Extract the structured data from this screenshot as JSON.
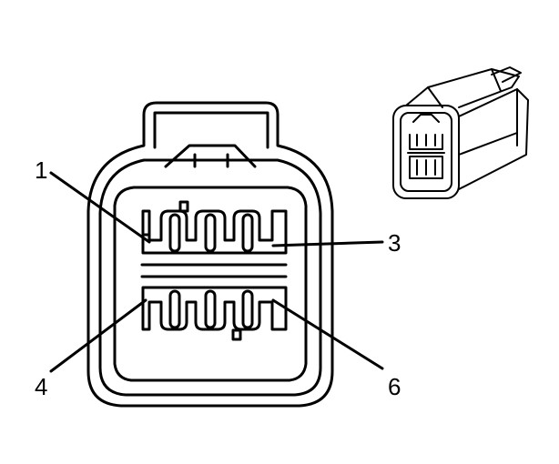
{
  "diagram": {
    "pin_labels": {
      "pin_1": "1",
      "pin_3": "3",
      "pin_4": "4",
      "pin_6": "6"
    },
    "colors": {
      "line": "#000000",
      "background": "#ffffff",
      "shade": "#d9d9d9"
    }
  }
}
